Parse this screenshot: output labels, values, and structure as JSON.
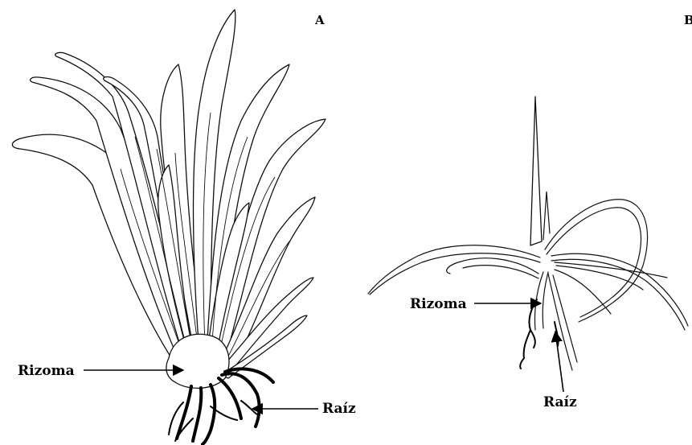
{
  "panels": {
    "a": {
      "letter": "A",
      "labels": {
        "rhizome": "Rizoma",
        "root": "Raíz"
      }
    },
    "b": {
      "letter": "B",
      "labels": {
        "rhizome": "Rizoma",
        "root": "Raíz"
      }
    }
  }
}
